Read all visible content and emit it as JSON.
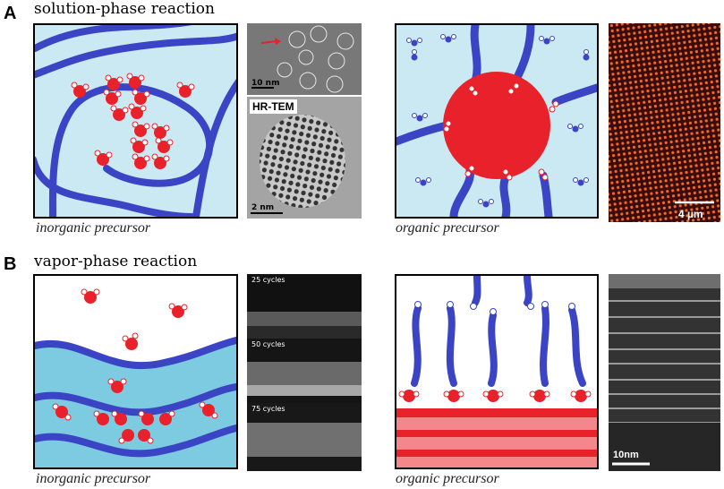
{
  "panel_a": {
    "letter": "A",
    "title": "solution-phase reaction",
    "inorganic_caption": "inorganic precursor",
    "organic_caption": "organic precursor",
    "tem_scale_top": "10 nm",
    "hrtem_label": "HR-TEM",
    "tem_scale_bottom": "2 nm",
    "fluor_scale": "4 µm"
  },
  "panel_b": {
    "letter": "B",
    "title": "vapor-phase reaction",
    "inorganic_caption": "inorganic precursor",
    "organic_caption": "organic precursor",
    "cycles_1": "25 cycles",
    "cycles_2": "50 cycles",
    "cycles_3": "75 cycles",
    "stem_scale": "10nm"
  },
  "colors": {
    "solution_bg": "#cbe9f3",
    "vapor_liquid": "#7ccbe0",
    "polymer_blue": "#3b44c4",
    "red": "#e8212a",
    "substrate_light": "#f4878c"
  }
}
